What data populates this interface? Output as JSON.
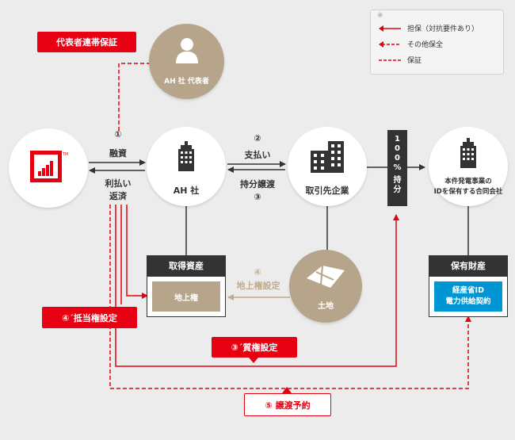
{
  "legend": {
    "note": "※",
    "items": [
      {
        "label": "担保（対抗要件あり）"
      },
      {
        "label": "その他保全"
      },
      {
        "label": "保証"
      }
    ]
  },
  "nodes": {
    "representative": "AH 社 代表者",
    "ah": "AH 社",
    "partner": "取引先企業",
    "land": "土地",
    "spc_line1": "本件発電事業の",
    "spc_line2": "IDを保有する合同会社"
  },
  "tags": {
    "rep_guarantee": "代表者連帯保証",
    "mortgage": "④´抵当権設定",
    "pledge": "③´質権設定",
    "transfer_reservation": "⑤ 譲渡予約"
  },
  "flows": {
    "loan_num": "①",
    "loan": "融資",
    "interest_line1": "利払い",
    "interest_line2": "返済",
    "payment_num": "②",
    "payment": "支払い",
    "share_transfer": "持分譲渡",
    "share_transfer_num": "③",
    "surface_num": "④",
    "surface": "地上権設定"
  },
  "holding": {
    "chars": [
      "1",
      "0",
      "0",
      "%",
      "持",
      "分"
    ]
  },
  "assets": {
    "acquired_title": "取得資産",
    "acquired_item": "地上権",
    "owned_title": "保有財産",
    "owned_item_line1": "経産省ID",
    "owned_item_line2": "電力供給契約"
  },
  "colors": {
    "red": "#e60012",
    "dark": "#333333",
    "tan": "#b6a48b",
    "blue": "#0096d6"
  },
  "icons": {
    "lender": "lender-logo-icon",
    "person": "person-icon",
    "building": "building-icon",
    "city": "city-buildings-icon",
    "land": "land-map-icon"
  }
}
